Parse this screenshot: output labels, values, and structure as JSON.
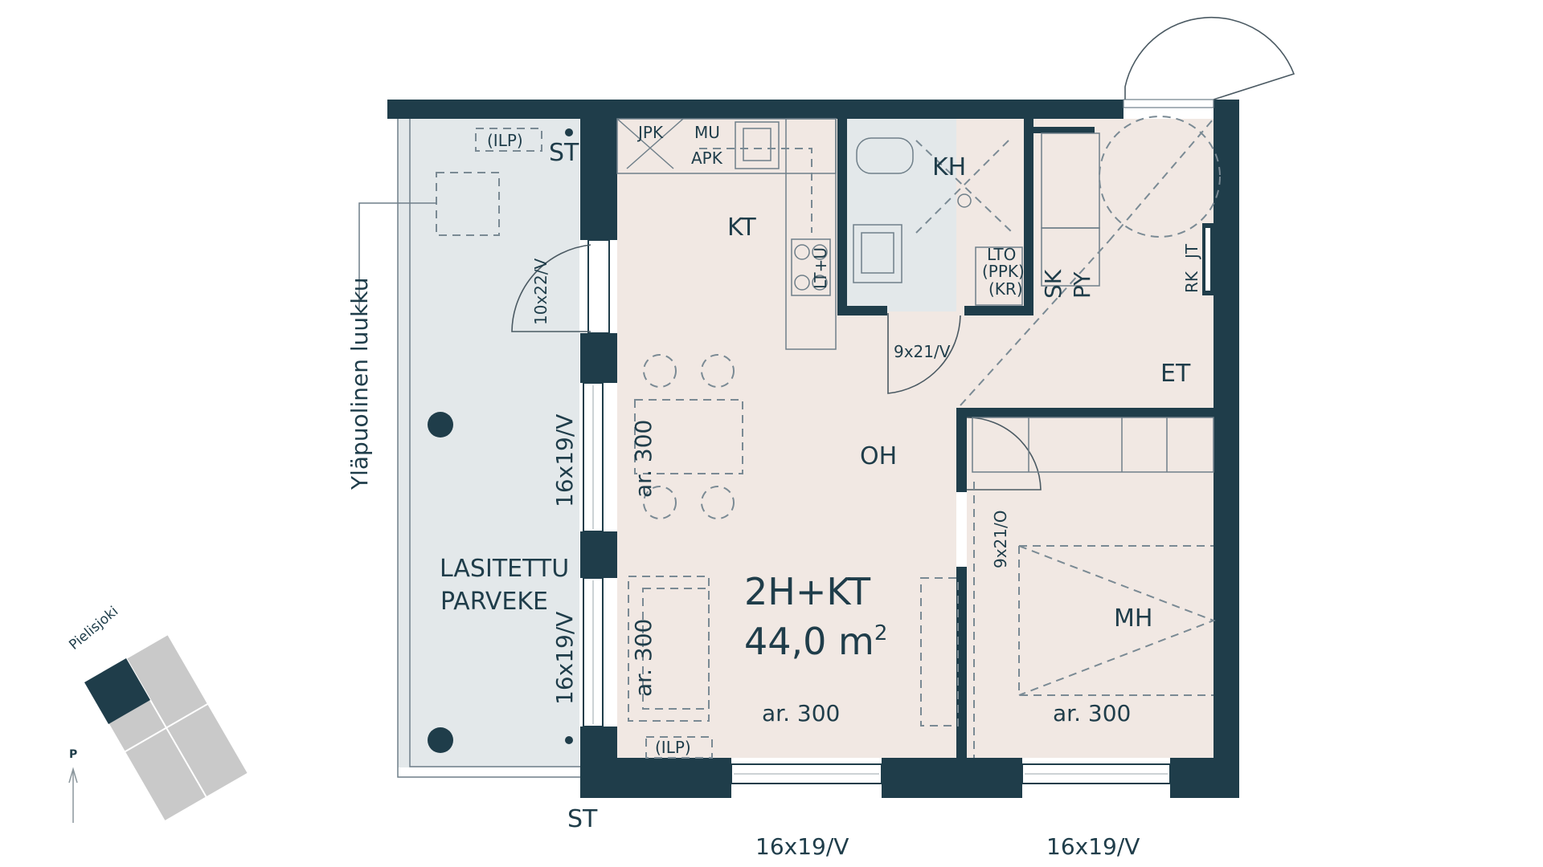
{
  "plan": {
    "apartment_type": "2H+KT",
    "area_value": "44,0 m",
    "area_superscript": "2",
    "rooms": {
      "kt": "KT",
      "kh": "KH",
      "oh": "OH",
      "et": "ET",
      "mh": "MH",
      "balcony_line1": "LASITETTU",
      "balcony_line2": "PARVEKE"
    },
    "fixtures": {
      "jpk": "JPK",
      "mu": "MU",
      "apk": "APK",
      "ilp_top": "(ILP)",
      "ilp_bottom": "(ILP)",
      "st_top": "ST",
      "st_bottom": "ST",
      "lto": "LTO",
      "ppk": "(PPK)",
      "kr": "(KR)",
      "sk": "SK",
      "py": "PY",
      "rk": "RK",
      "jt": "JT",
      "stove": "LT+U"
    },
    "doors": {
      "balcony_door": "10x22/V",
      "bath_door": "9x21/V",
      "bedroom_door": "9x21/O"
    },
    "windows": {
      "oh_window_upper": "16x19/V",
      "oh_window_lower": "16x19/V",
      "bottom_left": "16x19/V",
      "bottom_right": "16x19/V"
    },
    "shelves": {
      "oh_shelf_1": "ar. 300",
      "oh_shelf_2": "ar. 300",
      "oh_bottom": "ar. 300",
      "mh_bottom": "ar. 300"
    },
    "hatch_label": "Yläpuolinen luukku"
  },
  "key_plan": {
    "river_label": "Pielisjoki",
    "north_label": "P"
  },
  "colors": {
    "wall": "#1f3d4a",
    "living_floor": "#f1e8e3",
    "bath_floor": "#e3e8ea",
    "balcony_floor": "#e3e8ea",
    "key_plan_gray": "#c9c9c9",
    "key_plan_highlight": "#1f3d4a"
  }
}
